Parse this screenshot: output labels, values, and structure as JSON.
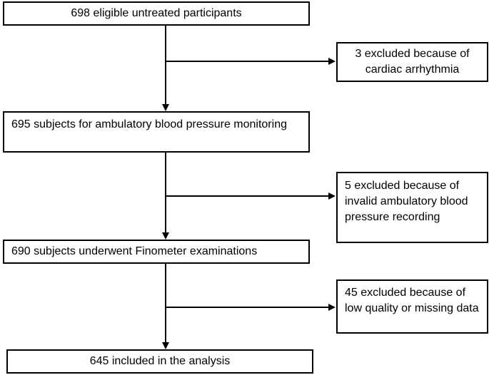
{
  "flowchart": {
    "main_steps": [
      "698 eligible untreated participants",
      "695 subjects for ambulatory blood pressure monitoring",
      "690 subjects underwent Finometer examinations",
      "645 included in the analysis"
    ],
    "exclusions": [
      "3 excluded because of cardiac arrhythmia",
      "5 excluded because of invalid ambulatory blood pressure recording",
      "45 excluded because of low quality or missing data"
    ]
  },
  "colors": {
    "line": "#000000",
    "box_border": "#000000",
    "background": "#ffffff",
    "text": "#000000"
  }
}
